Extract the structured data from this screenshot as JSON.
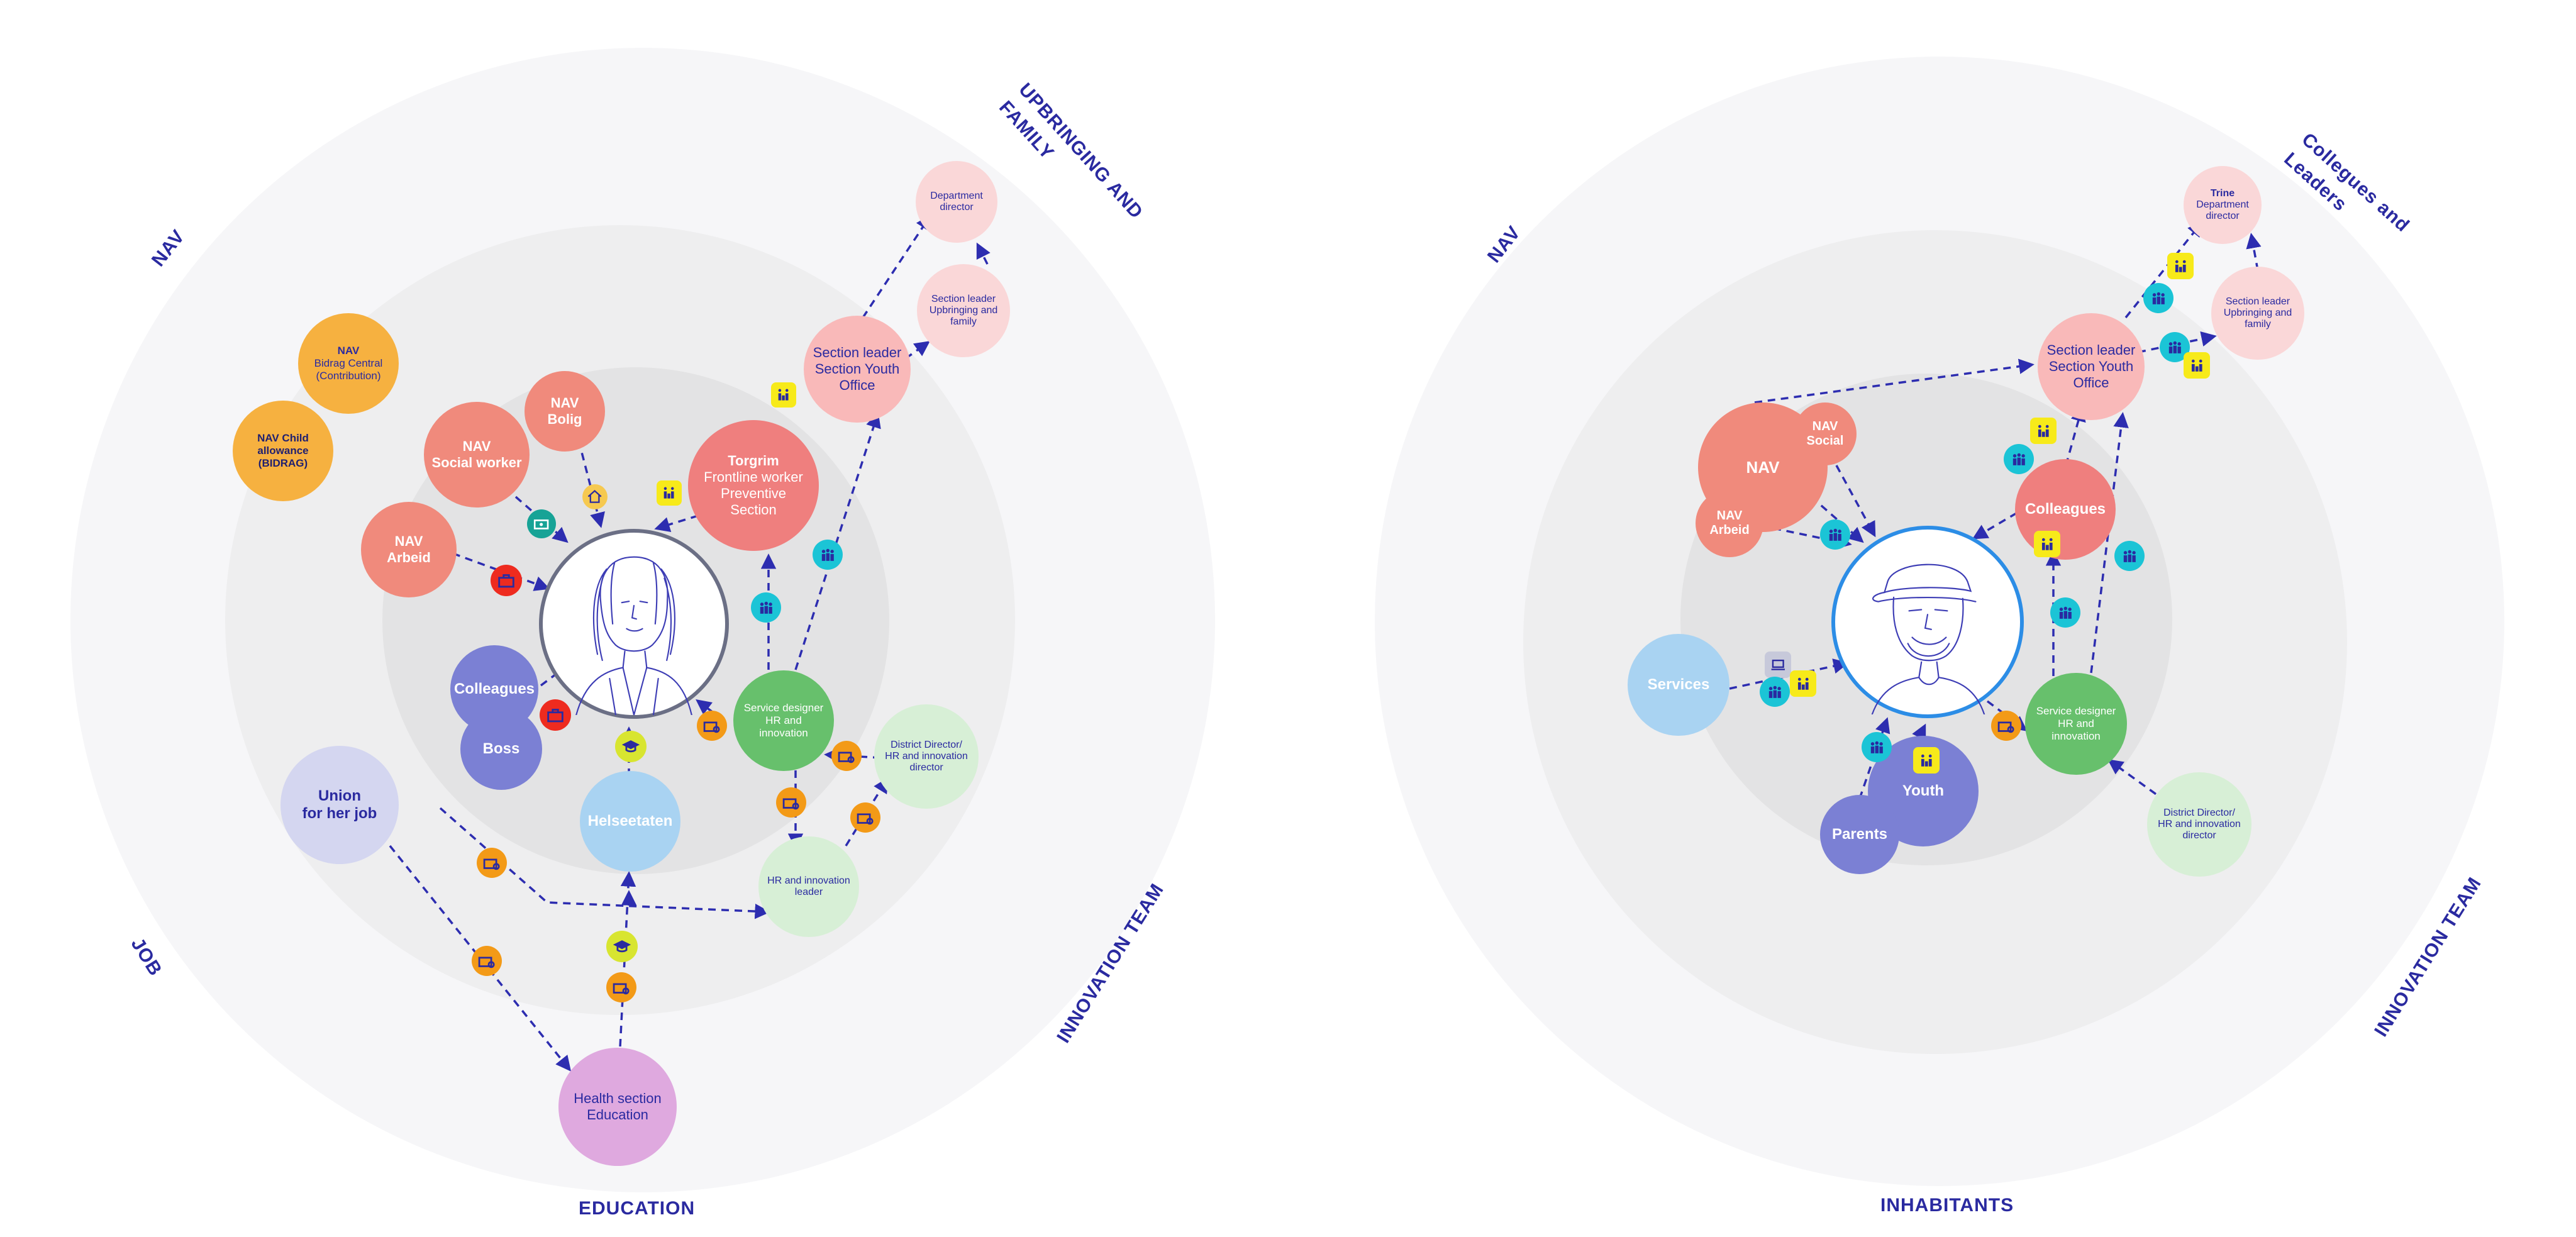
{
  "colors": {
    "outer_ring": "#f6f6f8",
    "middle_ring": "#eeeeef",
    "inner_ring": "#e3e3e4",
    "salmon": "#f08a7c",
    "red": "#ef7f7e",
    "pink": "#f9b9b9",
    "light_pink": "#fad7d8",
    "orange": "#f6b140",
    "purple": "#7b80d4",
    "lavender": "#d4d6f0",
    "light_blue": "#a9d3f2",
    "green": "#67c06c",
    "light_green": "#d7efd6",
    "violet": "#dfa9df",
    "link": "#2d2db0",
    "label": "#2a2aa0"
  },
  "left_map": {
    "sectors": {
      "nav": "NAV",
      "upbringing": "UPBRINGING AND FAMILY",
      "job": "JOB",
      "innovation": "INNOVATION TEAM",
      "education": "EDUCATION"
    },
    "nodes": {
      "nav_bidrag": {
        "line1": "NAV",
        "line2": "Bidrag Central",
        "line3": "(Contribution)"
      },
      "nav_child": {
        "line1": "NAV Child",
        "line2": "allowance",
        "line3": "(BIDRAG)"
      },
      "nav_social": {
        "line1": "NAV",
        "line2": "Social worker"
      },
      "nav_bolig": {
        "line1": "NAV",
        "line2": "Bolig"
      },
      "nav_arbeid": {
        "line1": "NAV",
        "line2": "Arbeid"
      },
      "torgrim": {
        "line1": "Torgrim",
        "line2": "Frontline worker",
        "line3": "Preventive",
        "line4": "Section"
      },
      "section_leader_youth": {
        "line1": "Section leader",
        "line2": "Section Youth",
        "line3": "Office"
      },
      "department_director": {
        "line1": "Department",
        "line2": "director"
      },
      "section_leader_upbringing": {
        "line1": "Section leader",
        "line2": "Upbringing and",
        "line3": "family"
      },
      "colleagues": {
        "line1": "Colleagues"
      },
      "boss": {
        "line1": "Boss"
      },
      "union": {
        "line1": "Union",
        "line2": "for her job"
      },
      "helseetaten": {
        "line1": "Helseetaten"
      },
      "service_designer": {
        "line1": "Service designer",
        "line2": "HR and",
        "line3": "innovation"
      },
      "district_director": {
        "line1": "District Director/",
        "line2": "HR and innovation",
        "line3": "director"
      },
      "hr_leader": {
        "line1": "HR and innovation",
        "line2": "leader"
      },
      "health_section": {
        "line1": "Health section",
        "line2": "Education"
      }
    }
  },
  "right_map": {
    "sectors": {
      "nav": "NAV",
      "colleagues_leaders": "Collegues and Leaders",
      "innovation": "INNOVATION TEAM",
      "inhabitants": "INHABITANTS"
    },
    "nodes": {
      "nav": {
        "line1": "NAV"
      },
      "nav_social": {
        "line1": "NAV",
        "line2": "Social"
      },
      "nav_arbeid": {
        "line1": "NAV",
        "line2": "Arbeid"
      },
      "section_leader_youth": {
        "line1": "Section leader",
        "line2": "Section Youth",
        "line3": "Office"
      },
      "trine": {
        "line1": "Trine",
        "line2": "Department",
        "line3": "director"
      },
      "section_leader_upbringing": {
        "line1": "Section leader",
        "line2": "Upbringing and",
        "line3": "family"
      },
      "colleagues": {
        "line1": "Colleagues"
      },
      "services": {
        "line1": "Services"
      },
      "youth": {
        "line1": "Youth"
      },
      "parents": {
        "line1": "Parents"
      },
      "service_designer": {
        "line1": "Service designer",
        "line2": "HR and",
        "line3": "innovation"
      },
      "district_director": {
        "line1": "District Director/",
        "line2": "HR and innovation",
        "line3": "director"
      }
    }
  }
}
